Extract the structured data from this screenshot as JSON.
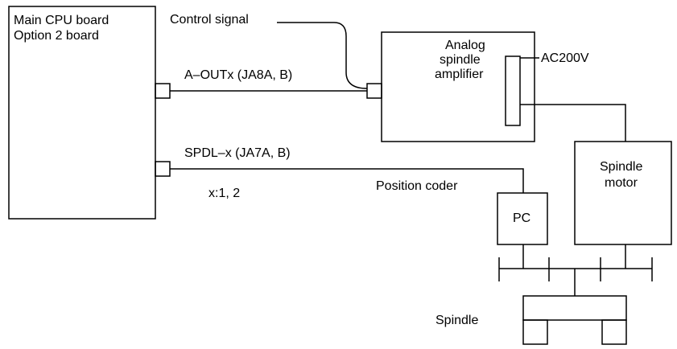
{
  "labels": {
    "main_cpu_board": "Main CPU board",
    "option_board": "Option 2 board",
    "control_signal": "Control signal",
    "a_out": "A–OUTx (JA8A, B)",
    "amp_line1": "Analog",
    "amp_line2": "spindle",
    "amp_line3": "amplifier",
    "ac_power": "AC200V",
    "spdl": "SPDL–x (JA7A, B)",
    "x_note": "x:1, 2",
    "position_coder": "Position coder",
    "pc": "PC",
    "motor_line1": "Spindle",
    "motor_line2": "motor",
    "spindle": "Spindle"
  }
}
